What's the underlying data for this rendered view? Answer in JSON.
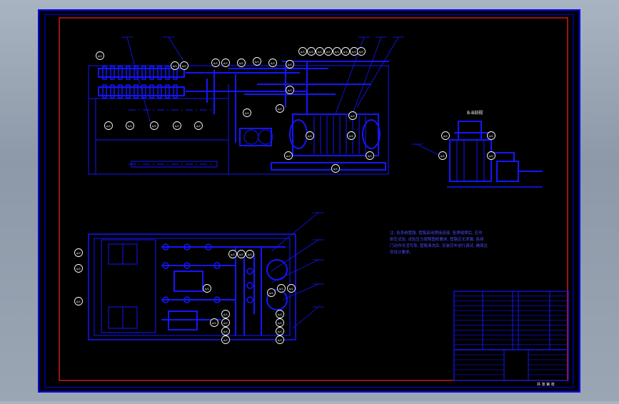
{
  "sheet": {
    "frame_color": "#0000ff",
    "border_color": "#ff0000",
    "background": "#000000",
    "line_color": "#0000ff",
    "text_color": "#ffffff"
  },
  "drawing": {
    "front_section_title": "B-B剖视",
    "balloon_label": "A/C",
    "tech_notes": [
      "注: 各系统管路, 管路采用焊接连接, 各焊缝焊后, 应作",
      "耐压试验, 试验压力按照图纸要求, 管路应无渗漏, 各阀",
      "门动作灵活可靠, 管路清洗后, 安装完毕进行调试, 确保达",
      "到设计要求。"
    ],
    "title_block_sheet": "共 张 第 张"
  }
}
